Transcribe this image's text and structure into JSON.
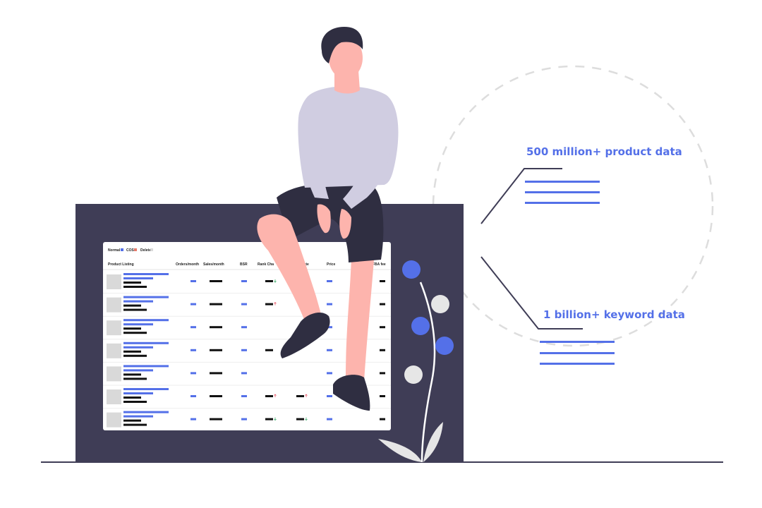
{
  "callouts": {
    "product": "500 million+ product data",
    "keyword": "1 billion+ keyword data"
  },
  "table": {
    "legend": [
      "Normal",
      "COS",
      "Delete"
    ],
    "columns": [
      "Product Listing",
      "Orders/month",
      "Sales/month",
      "BSR",
      "Rank Cha",
      "Rate",
      "Price",
      "FBA fee"
    ],
    "rows": [
      {
        "rank_arrow": "down",
        "rate_arrow": "down"
      },
      {
        "rank_arrow": "up",
        "rate_arrow": ""
      },
      {
        "rank_arrow": "",
        "rate_arrow": ""
      },
      {
        "rank_arrow": "",
        "rate_arrow": ""
      },
      {
        "rank_arrow": "",
        "rate_arrow": ""
      },
      {
        "rank_arrow": "up",
        "rate_arrow": "up"
      },
      {
        "rank_arrow": "down",
        "rate_arrow": "down"
      }
    ]
  },
  "colors": {
    "dark": "#3f3d56",
    "accent": "#5470e8",
    "legend_cos": "#e87a6a",
    "legend_delete": "#d9d9d9",
    "sweater": "#d0cde1",
    "skin": "#fdb4ad",
    "hair": "#2f2e41",
    "leaf": "#e6e6e6",
    "arrow_up": "#e85a6a",
    "arrow_down": "#3caa6a"
  },
  "icons": {
    "person": "person-sitting-illustration",
    "plant": "plant-illustration"
  }
}
